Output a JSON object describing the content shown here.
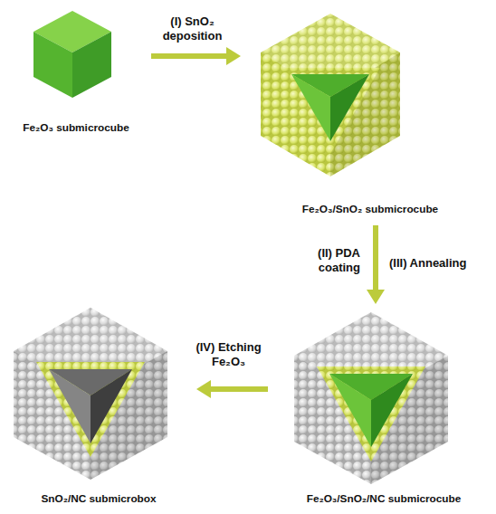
{
  "diagram": {
    "nodes": [
      {
        "text": [
          "Fe₂O₃ submicrocube"
        ]
      },
      {
        "text": [
          "Fe₂O₃/SnO₂ submicrocube"
        ]
      },
      {
        "text": [
          "Fe₂O₃/SnO₂/NC submicrocube"
        ]
      },
      {
        "text": [
          "SnO₂/NC submicrobox"
        ]
      }
    ],
    "edges": [
      {
        "from": 0,
        "to": 1,
        "label": "(I) SnO₂ deposition",
        "arrow": "to"
      },
      {
        "from": 1,
        "to": 2,
        "label": "(II) PDA coating",
        "arrow": "to"
      },
      {
        "from": 2,
        "to": 3,
        "label": "(IV) Etching Fe₂O₃",
        "arrow": "to"
      }
    ],
    "labels": [
      "(III) Annealing"
    ]
  }
}
